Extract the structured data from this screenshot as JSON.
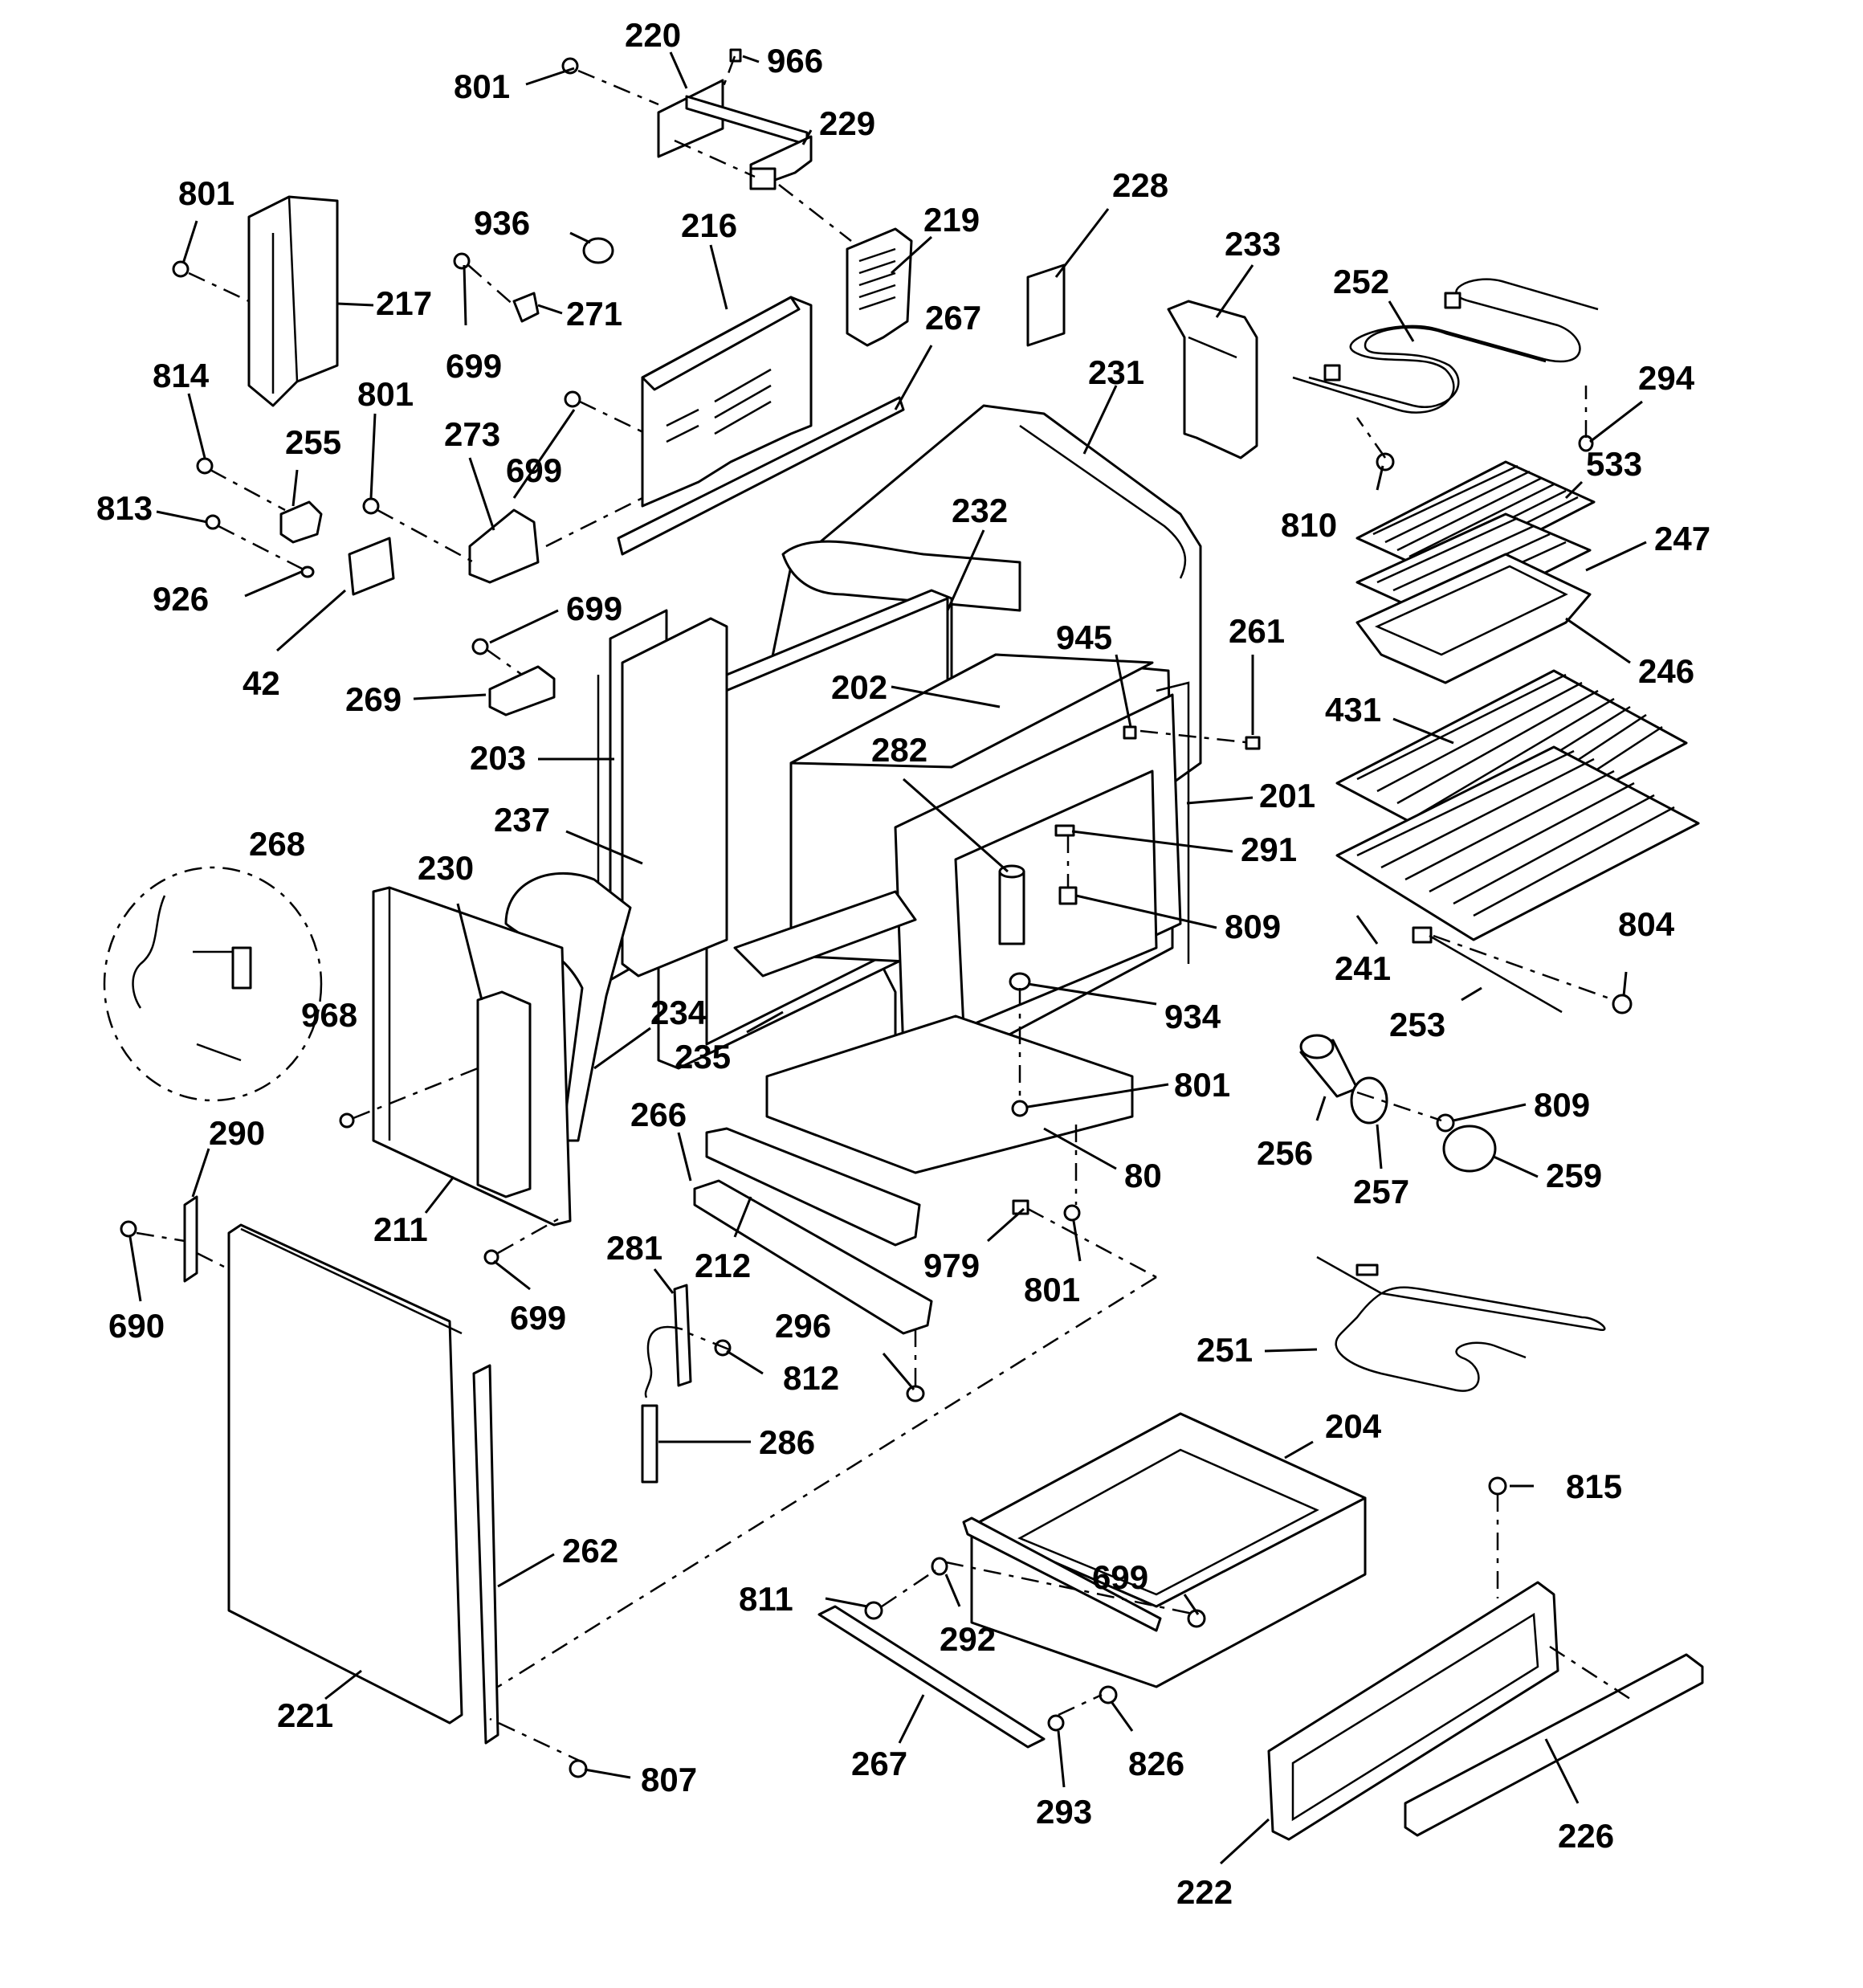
{
  "diagram": {
    "kind": "exploded-parts-view",
    "callouts": [
      {
        "id": "c801a",
        "text": "801"
      },
      {
        "id": "c220",
        "text": "220"
      },
      {
        "id": "c966",
        "text": "966"
      },
      {
        "id": "c229",
        "text": "229"
      },
      {
        "id": "c801b",
        "text": "801"
      },
      {
        "id": "c217",
        "text": "217"
      },
      {
        "id": "c936",
        "text": "936"
      },
      {
        "id": "c216",
        "text": "216"
      },
      {
        "id": "c219",
        "text": "219"
      },
      {
        "id": "c228",
        "text": "228"
      },
      {
        "id": "c233",
        "text": "233"
      },
      {
        "id": "c252",
        "text": "252"
      },
      {
        "id": "c271",
        "text": "271"
      },
      {
        "id": "c699a",
        "text": "699"
      },
      {
        "id": "c267a",
        "text": "267"
      },
      {
        "id": "c231",
        "text": "231"
      },
      {
        "id": "c294",
        "text": "294"
      },
      {
        "id": "c814",
        "text": "814"
      },
      {
        "id": "c801c",
        "text": "801"
      },
      {
        "id": "c273",
        "text": "273"
      },
      {
        "id": "c255",
        "text": "255"
      },
      {
        "id": "c699b",
        "text": "699"
      },
      {
        "id": "c533",
        "text": "533"
      },
      {
        "id": "c813",
        "text": "813"
      },
      {
        "id": "c232",
        "text": "232"
      },
      {
        "id": "c810",
        "text": "810"
      },
      {
        "id": "c247",
        "text": "247"
      },
      {
        "id": "c926",
        "text": "926"
      },
      {
        "id": "c699c",
        "text": "699"
      },
      {
        "id": "c945",
        "text": "945"
      },
      {
        "id": "c261",
        "text": "261"
      },
      {
        "id": "c246",
        "text": "246"
      },
      {
        "id": "c42",
        "text": "42"
      },
      {
        "id": "c202",
        "text": "202"
      },
      {
        "id": "c269",
        "text": "269"
      },
      {
        "id": "c431",
        "text": "431"
      },
      {
        "id": "c282",
        "text": "282"
      },
      {
        "id": "c203",
        "text": "203"
      },
      {
        "id": "c201",
        "text": "201"
      },
      {
        "id": "c237",
        "text": "237"
      },
      {
        "id": "c268",
        "text": "268"
      },
      {
        "id": "c291",
        "text": "291"
      },
      {
        "id": "c230",
        "text": "230"
      },
      {
        "id": "c809a",
        "text": "809"
      },
      {
        "id": "c804",
        "text": "804"
      },
      {
        "id": "c241",
        "text": "241"
      },
      {
        "id": "c968",
        "text": "968"
      },
      {
        "id": "c234",
        "text": "234"
      },
      {
        "id": "c934",
        "text": "934"
      },
      {
        "id": "c253",
        "text": "253"
      },
      {
        "id": "c235",
        "text": "235"
      },
      {
        "id": "c801d",
        "text": "801"
      },
      {
        "id": "c809b",
        "text": "809"
      },
      {
        "id": "c266",
        "text": "266"
      },
      {
        "id": "c290",
        "text": "290"
      },
      {
        "id": "c256",
        "text": "256"
      },
      {
        "id": "c80",
        "text": "80"
      },
      {
        "id": "c259",
        "text": "259"
      },
      {
        "id": "c257",
        "text": "257"
      },
      {
        "id": "c211",
        "text": "211"
      },
      {
        "id": "c212",
        "text": "212"
      },
      {
        "id": "c979",
        "text": "979"
      },
      {
        "id": "c281",
        "text": "281"
      },
      {
        "id": "c801e",
        "text": "801"
      },
      {
        "id": "c690",
        "text": "690"
      },
      {
        "id": "c699d",
        "text": "699"
      },
      {
        "id": "c296",
        "text": "296"
      },
      {
        "id": "c251",
        "text": "251"
      },
      {
        "id": "c812",
        "text": "812"
      },
      {
        "id": "c286",
        "text": "286"
      },
      {
        "id": "c204",
        "text": "204"
      },
      {
        "id": "c815",
        "text": "815"
      },
      {
        "id": "c262",
        "text": "262"
      },
      {
        "id": "c699e",
        "text": "699"
      },
      {
        "id": "c811",
        "text": "811"
      },
      {
        "id": "c292",
        "text": "292"
      },
      {
        "id": "c221",
        "text": "221"
      },
      {
        "id": "c267b",
        "text": "267"
      },
      {
        "id": "c826",
        "text": "826"
      },
      {
        "id": "c807",
        "text": "807"
      },
      {
        "id": "c293",
        "text": "293"
      },
      {
        "id": "c226",
        "text": "226"
      },
      {
        "id": "c222",
        "text": "222"
      }
    ]
  }
}
